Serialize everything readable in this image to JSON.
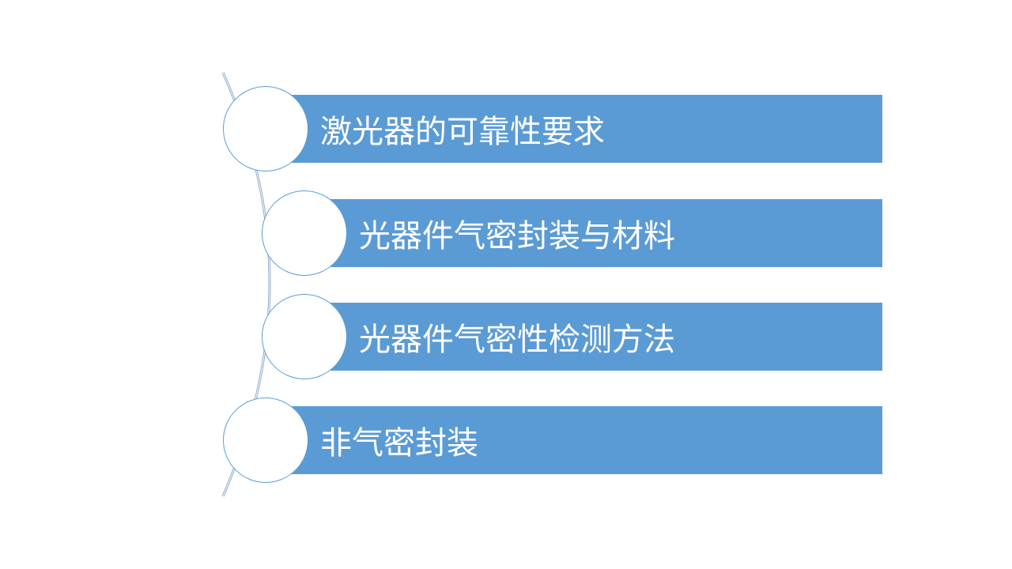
{
  "slide": {
    "items": [
      {
        "label": "激光器的可靠性要求"
      },
      {
        "label": "光器件气密封装与材料"
      },
      {
        "label": "光器件气密性检测方法"
      },
      {
        "label": "非气密封装"
      }
    ]
  },
  "colors": {
    "bar": "#5b9bd5",
    "bar_text": "#ffffff",
    "circle_fill": "#ffffff",
    "circle_border": "#5b9bd5",
    "connector": "#8eaacb"
  }
}
